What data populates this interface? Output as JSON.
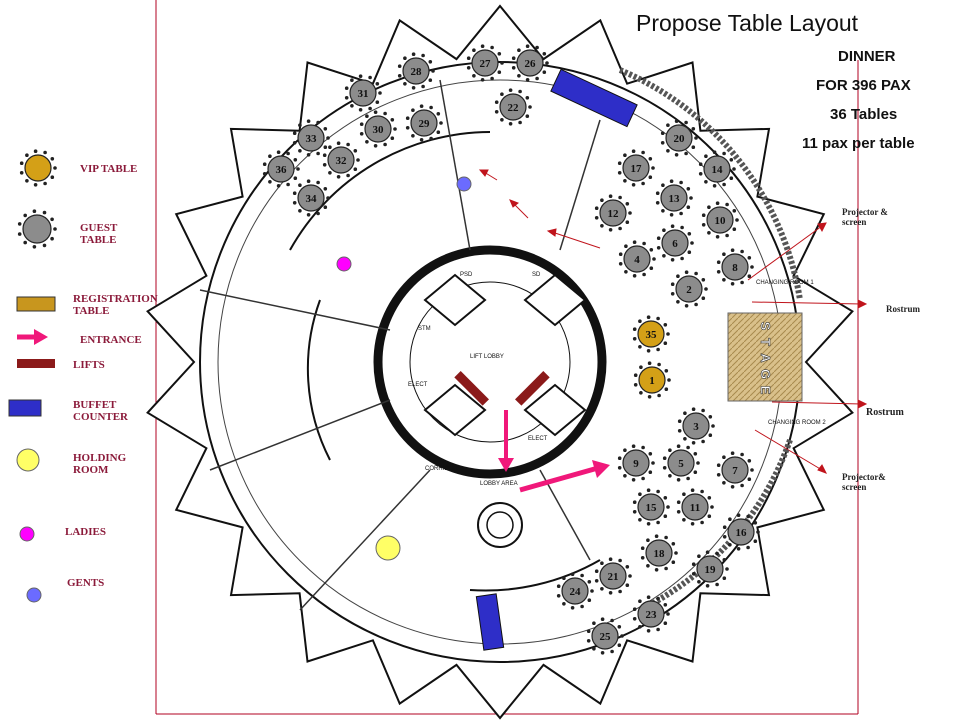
{
  "title": "Propose Table Layout",
  "event_info": {
    "line1": "DINNER",
    "line2": "FOR 396 PAX",
    "line3": "36 Tables",
    "line4": "11 pax per table"
  },
  "legend": {
    "vip_table": "VIP TABLE",
    "guest_table": "GUEST TABLE",
    "registration_table": "REGISTRATION TABLE",
    "entrance": "ENTRANCE",
    "lifts": "LIFTS",
    "buffet_counter": "BUFFET COUNTER",
    "holding_room": "HOLDING ROOM",
    "ladies": "LADIES",
    "gents": "GENTS"
  },
  "colors": {
    "vip": "#d4a017",
    "guest": "#8c8c8c",
    "registration": "#c8961e",
    "entrance": "#f0187a",
    "lift": "#8b1a1a",
    "buffet": "#2e2ec8",
    "holding": "#ffff66",
    "ladies": "#ff00ff",
    "gents": "#6b6bff",
    "arrow": "#c0141c"
  },
  "annotations": {
    "projector_top": "Projector & screen",
    "rostrum_top": "Rostrum",
    "rostrum_bottom": "Rostrum",
    "projector_bottom": "Projector& screen",
    "stage": "STAGE"
  },
  "floor_labels": {
    "lift_lobby": "LIFT LOBBY",
    "corridor": "CORRIDOR",
    "lobby_area": "LOBBY AREA",
    "elect_left": "ELECT",
    "elect_right": "ELECT",
    "psd": "PSD",
    "sd": "SD",
    "stm": "STM",
    "changing_room_1": "CHANGING ROOM 1",
    "changing_room_2": "CHANGING ROOM 2"
  },
  "tables": [
    {
      "n": "1",
      "type": "vip"
    },
    {
      "n": "2",
      "type": "guest"
    },
    {
      "n": "3",
      "type": "guest"
    },
    {
      "n": "4",
      "type": "guest"
    },
    {
      "n": "5",
      "type": "guest"
    },
    {
      "n": "6",
      "type": "guest"
    },
    {
      "n": "7",
      "type": "guest"
    },
    {
      "n": "8",
      "type": "guest"
    },
    {
      "n": "9",
      "type": "guest"
    },
    {
      "n": "10",
      "type": "guest"
    },
    {
      "n": "11",
      "type": "guest"
    },
    {
      "n": "12",
      "type": "guest"
    },
    {
      "n": "13",
      "type": "guest"
    },
    {
      "n": "14",
      "type": "guest"
    },
    {
      "n": "15",
      "type": "guest"
    },
    {
      "n": "16",
      "type": "guest"
    },
    {
      "n": "17",
      "type": "guest"
    },
    {
      "n": "18",
      "type": "guest"
    },
    {
      "n": "19",
      "type": "guest"
    },
    {
      "n": "20",
      "type": "guest"
    },
    {
      "n": "21",
      "type": "guest"
    },
    {
      "n": "22",
      "type": "guest"
    },
    {
      "n": "23",
      "type": "guest"
    },
    {
      "n": "24",
      "type": "guest"
    },
    {
      "n": "25",
      "type": "guest"
    },
    {
      "n": "26",
      "type": "guest"
    },
    {
      "n": "27",
      "type": "guest"
    },
    {
      "n": "28",
      "type": "guest"
    },
    {
      "n": "29",
      "type": "guest"
    },
    {
      "n": "30",
      "type": "guest"
    },
    {
      "n": "31",
      "type": "guest"
    },
    {
      "n": "32",
      "type": "guest"
    },
    {
      "n": "33",
      "type": "guest"
    },
    {
      "n": "34",
      "type": "guest"
    },
    {
      "n": "35",
      "type": "vip"
    },
    {
      "n": "36",
      "type": "guest"
    }
  ]
}
